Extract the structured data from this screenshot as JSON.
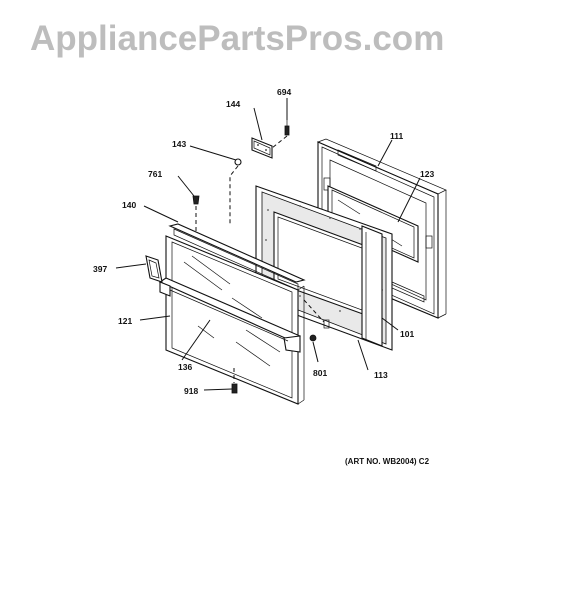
{
  "watermark": "AppliancePartsPros.com",
  "art_number": "(ART NO. WB2004) C2",
  "callouts": {
    "p694": "694",
    "p144": "144",
    "p143": "143",
    "p111": "111",
    "p123": "123",
    "p761": "761",
    "p140": "140",
    "p397": "397",
    "p121": "121",
    "p101": "101",
    "p136": "136",
    "p801": "801",
    "p113": "113",
    "p918": "918"
  }
}
